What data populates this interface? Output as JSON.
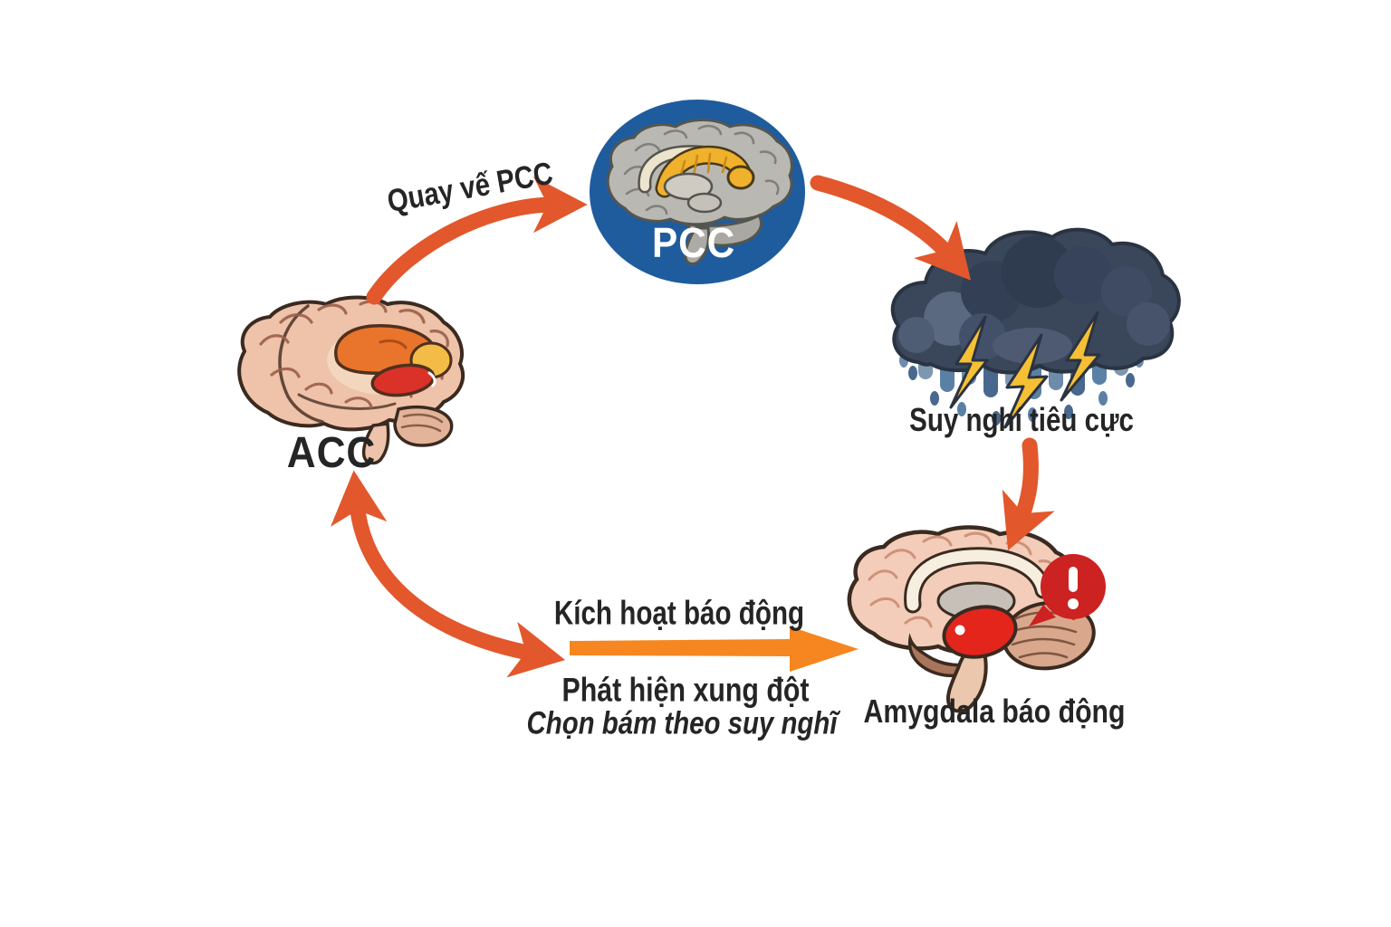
{
  "diagram": {
    "description": "Cycle diagram of rumination loop between brain regions",
    "nodes": [
      {
        "id": "acc",
        "label": "ACC",
        "icon": "brain-acc-highlight-icon"
      },
      {
        "id": "pcc",
        "label": "PCC",
        "icon": "brain-pcc-badge-icon",
        "badge_color": "#1E5C9E"
      },
      {
        "id": "negative-thoughts",
        "label": "Suy nghí tiêu cực",
        "icon": "storm-cloud-lightning-icon"
      },
      {
        "id": "amygdala",
        "label": "Amygdala báo động",
        "icon": "brain-amygdala-alert-icon"
      }
    ],
    "edges": [
      {
        "from": "acc",
        "to": "pcc",
        "label": "Quay vế PCC",
        "style": "curved",
        "color": "#E2572B"
      },
      {
        "from": "pcc",
        "to": "negative-thoughts",
        "label": "",
        "style": "curved",
        "color": "#E2572B"
      },
      {
        "from": "negative-thoughts",
        "to": "amygdala",
        "label": "",
        "style": "curved",
        "color": "#E2572B"
      },
      {
        "from": "acc",
        "to": "amygdala",
        "style": "double-headed curve into straight arrow",
        "color": "#F6861F",
        "labels": [
          "Kích hoạt báo động",
          "Phát hiện xung đột",
          "Chọn bám theo suy nghĩ"
        ]
      }
    ],
    "colors": {
      "background": "#FFFFFF",
      "arrow_red_orange": "#E2572B",
      "arrow_orange": "#F6861F",
      "pcc_circle_blue": "#1E5C9E",
      "alert_red": "#CC2222",
      "lightning_yellow": "#F5C033",
      "cloud_dark": "#3A4659",
      "brain_pink": "#EFC2AA",
      "amygdala_red": "#E3251C",
      "text": "#252525",
      "pcc_text": "#FFFFFF"
    },
    "icons": {
      "acc_brain": "side-view brain with orange/red/yellow cingulate highlight",
      "pcc_badge": "gray brain with yellow PCC band inside blue circle",
      "storm": "dark storm cloud with three lightning bolts and rain",
      "amygdala_brain": "pink sagittal brain with red amygdala",
      "alert_bubble": "red exclamation speech bubble"
    }
  }
}
